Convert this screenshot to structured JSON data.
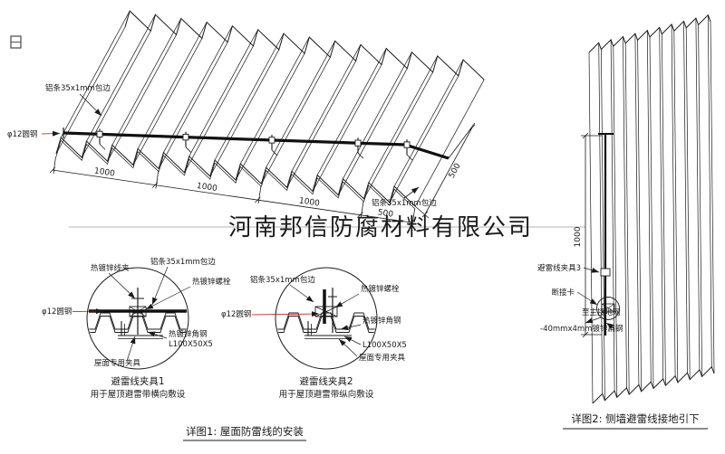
{
  "colors": {
    "ink": "#1a1a1a",
    "red": "#c40000",
    "watermark": "#a8a8a8"
  },
  "watermark": {
    "text": "河南邦信防腐材料有限公司"
  },
  "roof": {
    "label_edge_top": "铝条35x1mm包边",
    "label_edge_bottom": "铝条35x1mm包边",
    "label_round_steel": "φ12圆钢",
    "dims": [
      "1000",
      "1000",
      "1000",
      "500"
    ],
    "dim_right": "500"
  },
  "detail1": {
    "label_wire_clip": "热镀锌线夹",
    "label_edge": "铝条35x1mm包边",
    "label_bolt": "热镀锌螺栓",
    "label_round_steel": "φ12圆钢",
    "label_angle": "热镀锌角钢",
    "label_angle_spec": "L100X50X5",
    "label_roof_clamp": "屋面专用夹具",
    "title": "避雷线夹具1",
    "subtitle": "用于屋顶避雷带横向敷设"
  },
  "detail2": {
    "label_edge": "铝条35x1mm包边",
    "label_bolt": "热镀锌螺栓",
    "label_round_steel": "φ12圆钢",
    "label_angle": "热镀锌角钢",
    "label_angle_spec": "L100X50X5",
    "label_roof_clamp": "屋面专用夹具",
    "title": "避雷线夹具2",
    "subtitle": "用于屋顶避雷带纵向敷设"
  },
  "wall": {
    "label_clamp3": "避雷线夹具3",
    "label_disconnect": "断接卡",
    "label_to_ground": "至主接地网",
    "label_flat_steel": "-40mmx4mm镀锌扁钢",
    "dim_vertical": "1000"
  },
  "captions": {
    "detail1": "详图1: 屋面防雷线的安装",
    "detail2": "详图2: 侧墙避雷线接地引下"
  }
}
